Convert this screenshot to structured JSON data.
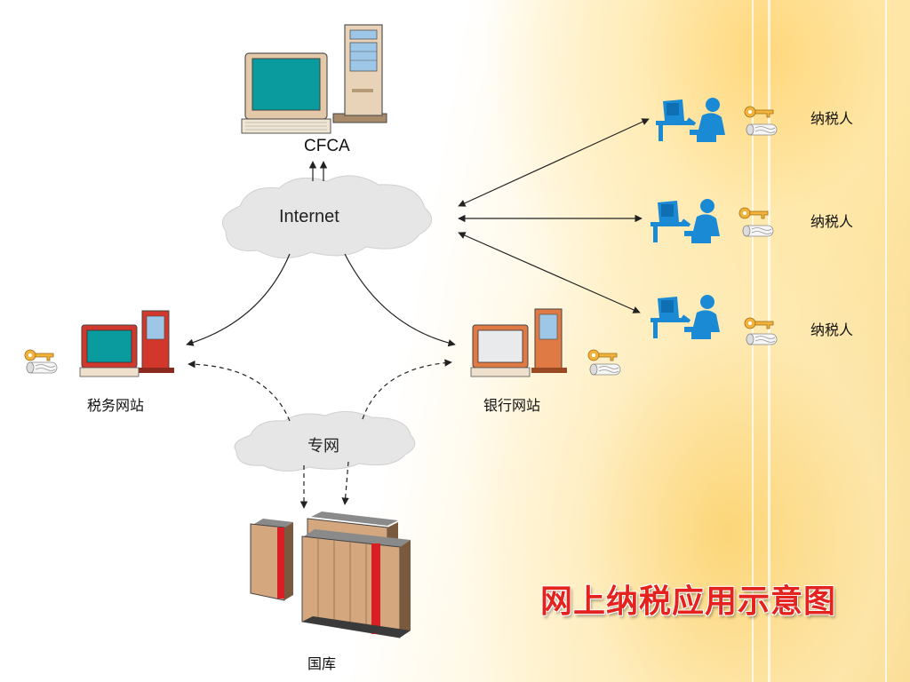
{
  "title": "网上纳税应用示意图",
  "nodes": {
    "cfca": "CFCA",
    "internet": "Internet",
    "tax_site": "税务网站",
    "bank_site": "银行网站",
    "private_net": "专网",
    "treasury": "国库",
    "taxpayers": [
      "纳税人",
      "纳税人",
      "纳税人"
    ]
  },
  "colors": {
    "title": "#e4231f",
    "taxpayer_icon": "#1a8ad4",
    "key": "#f0b43c",
    "server_red": "#d81f26",
    "server_body": "#c9a37a"
  }
}
